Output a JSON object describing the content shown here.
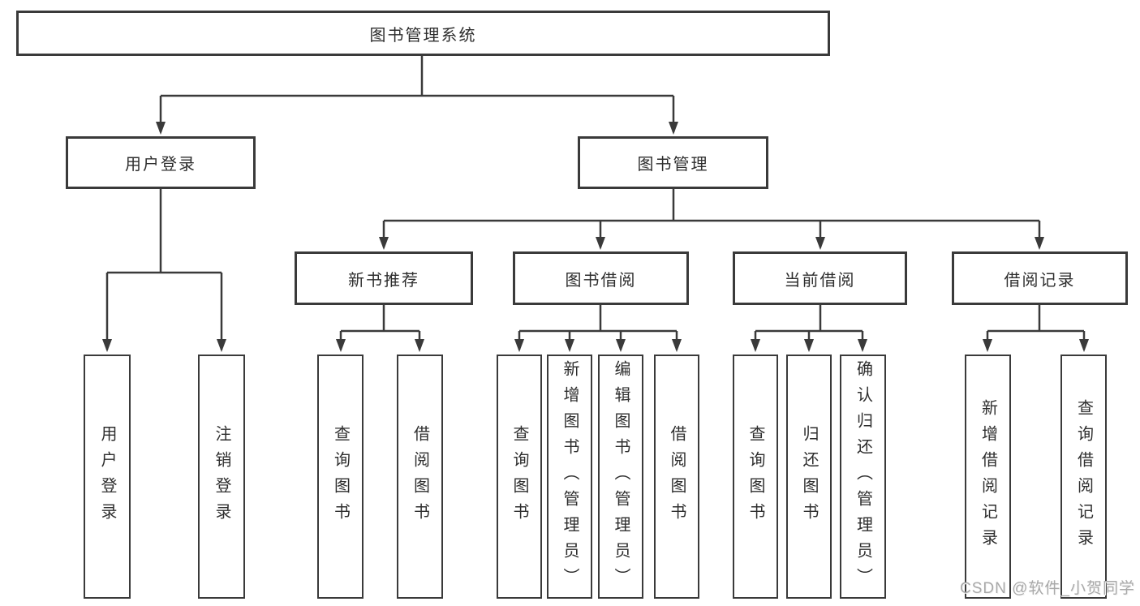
{
  "diagram": {
    "root": {
      "label": "图书管理系统"
    },
    "branches": [
      {
        "label": "用户登录",
        "children": [
          {
            "label": "用户登录"
          },
          {
            "label": "注销登录"
          }
        ]
      },
      {
        "label": "图书管理",
        "groups": [
          {
            "label": "新书推荐",
            "children": [
              {
                "label": "查询图书"
              },
              {
                "label": "借阅图书"
              }
            ]
          },
          {
            "label": "图书借阅",
            "children": [
              {
                "label": "查询图书"
              },
              {
                "label": "新增图书（管理员）"
              },
              {
                "label": "编辑图书（管理员）"
              },
              {
                "label": "借阅图书"
              }
            ]
          },
          {
            "label": "当前借阅",
            "children": [
              {
                "label": "查询图书"
              },
              {
                "label": "归还图书"
              },
              {
                "label": "确认归还（管理员）"
              }
            ]
          },
          {
            "label": "借阅记录",
            "children": [
              {
                "label": "新增借阅记录"
              },
              {
                "label": "查询借阅记录"
              }
            ]
          }
        ]
      }
    ]
  },
  "watermark": {
    "text": "CSDN @软件_小贺同学"
  },
  "colors": {
    "line": "#3a3a3a",
    "box_border": "#3a3a3a",
    "box_fill": "#ffffff",
    "text": "#2e2e2e",
    "watermark": "#a9a9a9",
    "background": "#ffffff"
  }
}
